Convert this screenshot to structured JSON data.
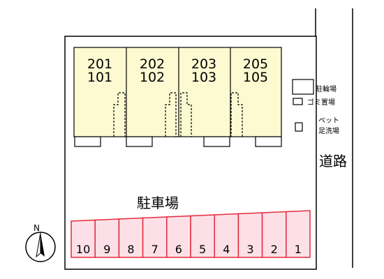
{
  "units": [
    {
      "upper": "201",
      "lower": "101"
    },
    {
      "upper": "202",
      "lower": "102"
    },
    {
      "upper": "203",
      "lower": "103"
    },
    {
      "upper": "205",
      "lower": "105"
    }
  ],
  "facilities": {
    "bicycle": "駐輪場",
    "garbage": "ゴミ置場",
    "pet_line1": "ペット",
    "pet_line2": "足洗場"
  },
  "road_label": "道路",
  "parking": {
    "label": "駐車場",
    "slots": [
      "10",
      "9",
      "8",
      "7",
      "6",
      "5",
      "4",
      "3",
      "2",
      "1"
    ]
  },
  "compass": {
    "north": "N"
  },
  "colors": {
    "building_fill": "#fdfad2",
    "parking_stroke": "#e22a3c",
    "parking_fill": "#fde0e7"
  }
}
